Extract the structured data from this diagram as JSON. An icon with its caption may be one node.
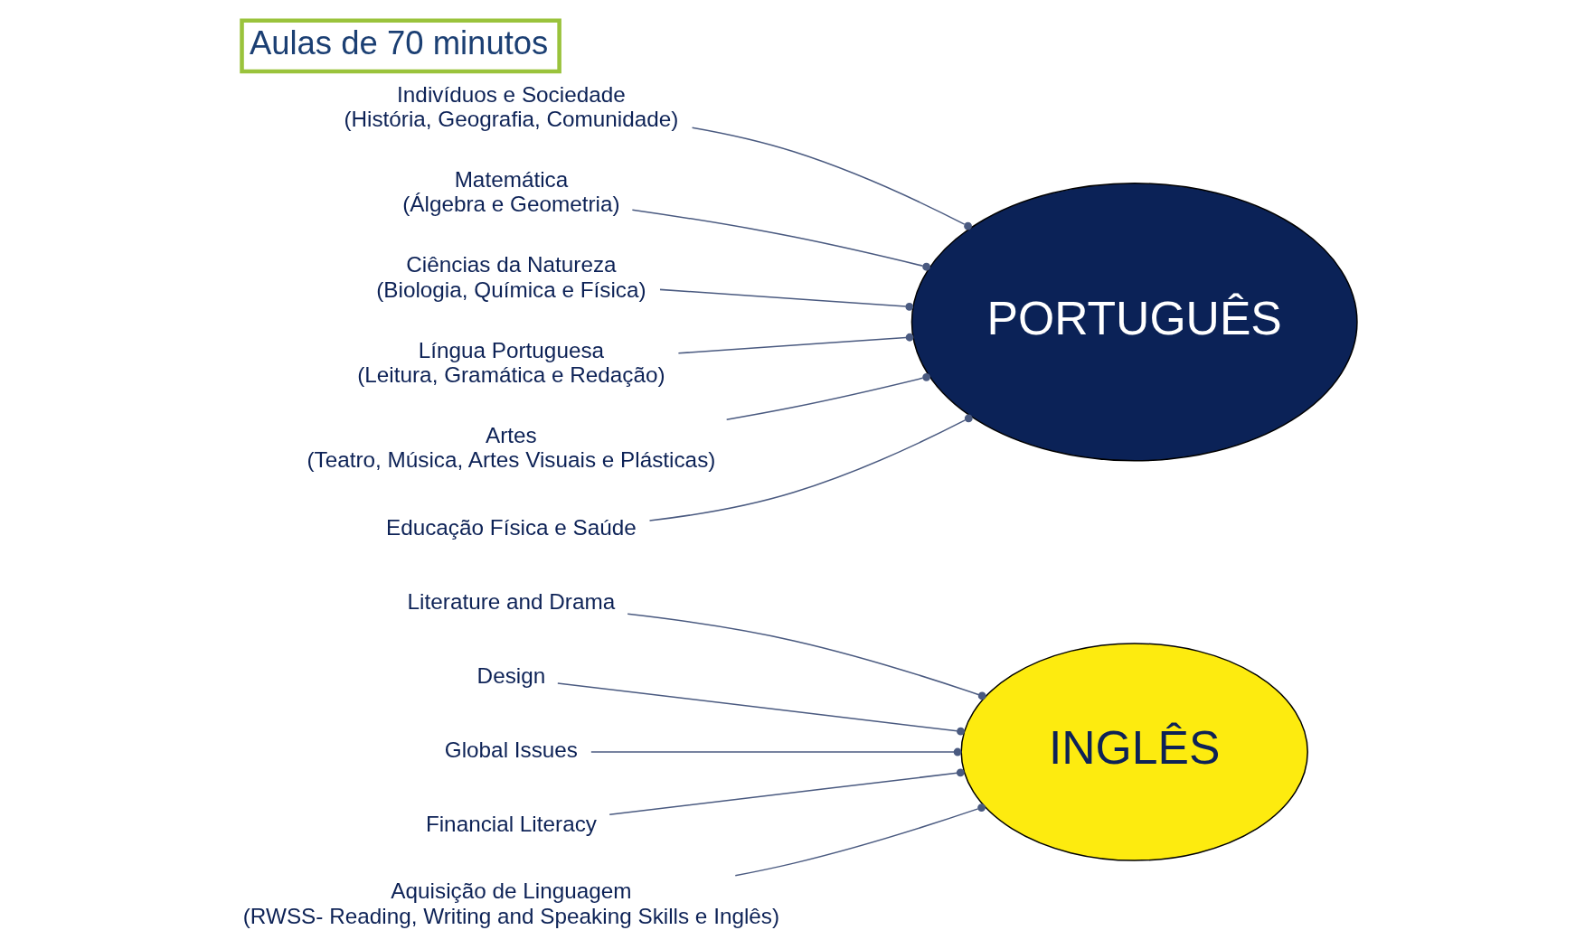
{
  "diagram": {
    "title": "Aulas de 70 minutos",
    "nodes": [
      {
        "text": [
          "INGLÊS"
        ]
      },
      {
        "text": [
          "PORTUGUÊS"
        ]
      },
      {
        "text": [
          "Literature and Drama"
        ]
      },
      {
        "text": [
          "Design"
        ]
      },
      {
        "text": [
          "Global Issues"
        ]
      },
      {
        "text": [
          "Financial Literacy"
        ]
      },
      {
        "text": [
          "Aquisição de Linguagem",
          "(RWSS- Reading, Writing and Speaking Skills e Inglês)"
        ]
      },
      {
        "text": [
          "Indivíduos e Sociedade",
          "(História, Geografia, Comunidade)"
        ]
      },
      {
        "text": [
          "Matemática",
          "(Álgebra e Geometria)"
        ]
      },
      {
        "text": [
          "Ciências da Natureza",
          "(Biologia, Química e Física)"
        ]
      },
      {
        "text": [
          "Língua Portuguesa",
          "(Leitura, Gramática e Redação)"
        ]
      },
      {
        "text": [
          "Artes",
          "(Teatro, Música, Artes Visuais e Plásticas)"
        ]
      },
      {
        "text": [
          "Educação Física e Saúde"
        ]
      }
    ],
    "edges": [
      {
        "from": 2,
        "to": 0,
        "arrow": "other"
      },
      {
        "from": 3,
        "to": 0,
        "arrow": "other"
      },
      {
        "from": 4,
        "to": 0,
        "arrow": "other"
      },
      {
        "from": 5,
        "to": 0,
        "arrow": "other"
      },
      {
        "from": 6,
        "to": 0,
        "arrow": "other"
      },
      {
        "from": 7,
        "to": 1,
        "arrow": "other"
      },
      {
        "from": 8,
        "to": 1,
        "arrow": "other"
      },
      {
        "from": 9,
        "to": 1,
        "arrow": "other"
      },
      {
        "from": 10,
        "to": 1,
        "arrow": "other"
      },
      {
        "from": 11,
        "to": 1,
        "arrow": "other"
      },
      {
        "from": 12,
        "to": 1,
        "arrow": "other"
      }
    ]
  }
}
